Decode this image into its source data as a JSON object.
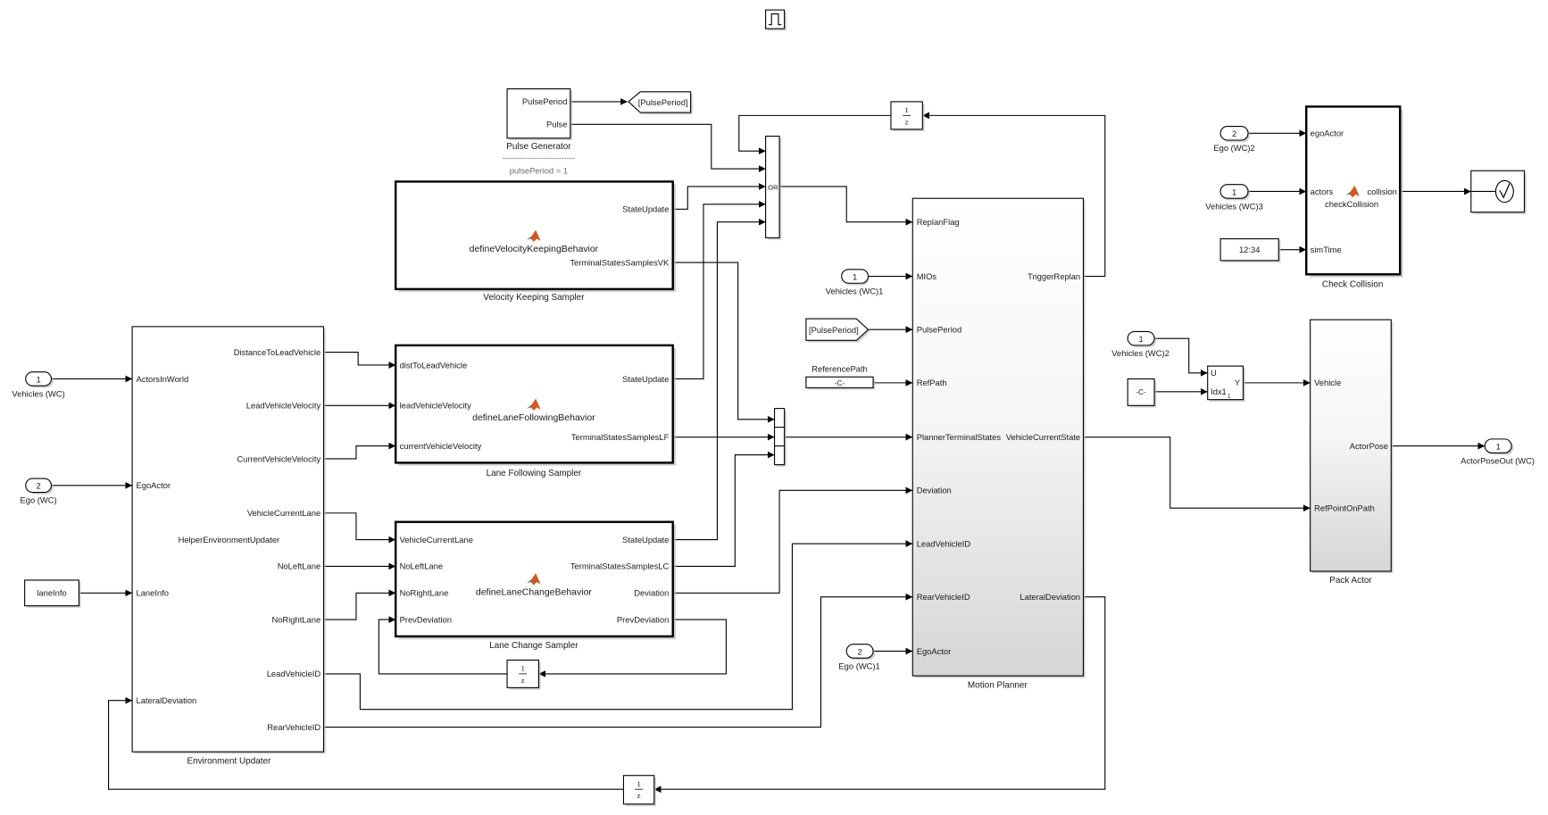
{
  "diagram_title": "Motion planning model (Simulink)",
  "top_icon": {
    "semantic": "pulse-icon"
  },
  "pulse_generator": {
    "label": "Pulse Generator",
    "outputs": [
      "PulsePeriod",
      "Pulse"
    ],
    "separator": "--------------------------",
    "annotation": "pulsePeriod = 1"
  },
  "goto_pulse_period": {
    "tag": "[PulsePeriod]"
  },
  "from_pulse_period": {
    "tag": "[PulsePeriod]"
  },
  "or_block": {
    "operator": "OR"
  },
  "unit_delay": {
    "numerator": "1",
    "denominator": "z"
  },
  "velocity_keeping": {
    "label": "Velocity Keeping Sampler",
    "function": "defineVelocityKeepingBehavior",
    "outputs": [
      "StateUpdate",
      "TerminalStatesSamplesVK"
    ]
  },
  "lane_following": {
    "label": "Lane Following Sampler",
    "function": "defineLaneFollowingBehavior",
    "inputs": [
      "distToLeadVehicle",
      "leadVehicleVelocity",
      "currentVehicleVelocity"
    ],
    "outputs": [
      "StateUpdate",
      "TerminalStatesSamplesLF"
    ]
  },
  "lane_change": {
    "label": "Lane Change Sampler",
    "function": "defineLaneChangeBehavior",
    "inputs": [
      "VehicleCurrentLane",
      "NoLeftLane",
      "NoRightLane",
      "PrevDeviation"
    ],
    "outputs": [
      "StateUpdate",
      "TerminalStatesSamplesLC",
      "Deviation",
      "PrevDeviation"
    ]
  },
  "environment_updater": {
    "label": "Environment Updater",
    "function": "HelperEnvironmentUpdater",
    "inputs": [
      "ActorsInWorld",
      "EgoActor",
      "LaneInfo",
      "LateralDeviation"
    ],
    "outputs": [
      "DistanceToLeadVehicle",
      "LeadVehicleVelocity",
      "CurrentVehicleVelocity",
      "VehicleCurrentLane",
      "NoLeftLane",
      "NoRightLane",
      "LeadVehicleID",
      "RearVehicleID"
    ]
  },
  "motion_planner": {
    "label": "Motion Planner",
    "inputs": [
      "ReplanFlag",
      "MIOs",
      "PulsePeriod",
      "RefPath",
      "PlannerTerminalStates",
      "Deviation",
      "LeadVehicleID",
      "RearVehicleID",
      "EgoActor"
    ],
    "outputs": [
      "TriggerReplan",
      "VehicleCurrentState",
      "LateralDeviation"
    ]
  },
  "check_collision": {
    "label": "Check Collision",
    "function": "checkCollision",
    "inputs": [
      "egoActor",
      "actors",
      "simTime"
    ],
    "outputs": [
      "collision"
    ]
  },
  "selector": {
    "inputs": [
      "U",
      "Idx1"
    ],
    "index_subscript": "1",
    "output": "Y"
  },
  "pack_actor": {
    "label": "Pack Actor",
    "inputs": [
      "Vehicle",
      "RefPointOnPath"
    ],
    "outputs": [
      "ActorPose"
    ]
  },
  "inports": {
    "vehicles_wc": {
      "number": "1",
      "name": "Vehicles (WC)"
    },
    "ego_wc": {
      "number": "2",
      "name": "Ego (WC)"
    },
    "vehicles_wc1": {
      "number": "1",
      "name": "Vehicles (WC)1"
    },
    "ego_wc1": {
      "number": "2",
      "name": "Ego (WC)1"
    },
    "ego_wc2": {
      "number": "2",
      "name": "Ego (WC)2"
    },
    "vehicles_wc3": {
      "number": "1",
      "name": "Vehicles (WC)3"
    },
    "vehicles_wc2": {
      "number": "1",
      "name": "Vehicles (WC)2"
    }
  },
  "outports": {
    "actor_pose_out": {
      "number": "1",
      "name": "ActorPoseOut (WC)"
    }
  },
  "constants": {
    "lane_info": "laneInfo",
    "reference_path": {
      "name": "ReferencePath",
      "value": "-C-"
    },
    "selector_index": "-C-"
  },
  "clock": {
    "display": "12:34"
  },
  "colors": {
    "line": "#000000",
    "subsystem_gradient_top": "#ffffff",
    "subsystem_gradient_bottom": "#d6d6d6",
    "annotation": "#6b6b6b",
    "matlab_icon_orange": "#d9541a",
    "matlab_icon_blue": "#2a7ab9"
  }
}
